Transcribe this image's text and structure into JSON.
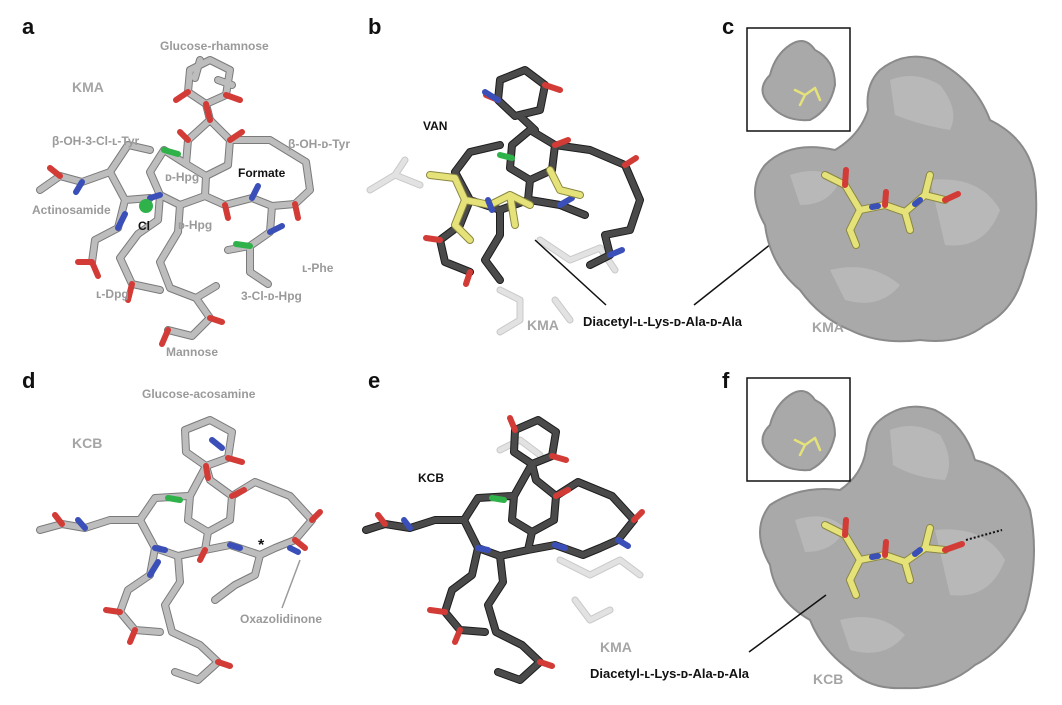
{
  "panels": {
    "a": {
      "letter": "a",
      "name": "KMA",
      "labels": {
        "glucose_rhamnose": "Glucose-rhamnose",
        "b_oh_3_cl_l_tyr": "β-OH-3-Cl-ʟ-Tyr",
        "b_oh_d_tyr": "β-OH-ᴅ-Tyr",
        "d_hpg_1": "ᴅ-Hpg",
        "formate": "Formate",
        "actinosamide": "Actinosamide",
        "cl": "Cl",
        "d_hpg_2": "ᴅ-Hpg",
        "l_phe": "ʟ-Phe",
        "l_dpg": "ʟ-Dpg",
        "cl_d_hpg": "3-Cl-ᴅ-Hpg",
        "mannose": "Mannose"
      }
    },
    "b": {
      "letter": "b",
      "van": "VAN",
      "kma": "KMA",
      "ligand": "Diacetyl-ʟ-Lys-ᴅ-Ala-ᴅ-Ala"
    },
    "c": {
      "letter": "c",
      "kma": "KMA"
    },
    "d": {
      "letter": "d",
      "name": "KCB",
      "glucose_acosamine": "Glucose-acosamine",
      "asterisk": "*",
      "oxazolidinone": "Oxazolidinone"
    },
    "e": {
      "letter": "e",
      "kcb": "KCB",
      "kma": "KMA"
    },
    "f": {
      "letter": "f",
      "ligand": "Diacetyl-ʟ-Lys-ᴅ-Ala-ᴅ-Ala",
      "kcb": "KCB"
    }
  },
  "colors": {
    "carbon_light": "#bdbdbd",
    "carbon_dark": "#4a4a4a",
    "ligand_carbon": "#e6e27a",
    "oxygen": "#d23b36",
    "nitrogen": "#3b4fb8",
    "chlorine": "#2fb24a",
    "surface": "#a9a9a9"
  }
}
